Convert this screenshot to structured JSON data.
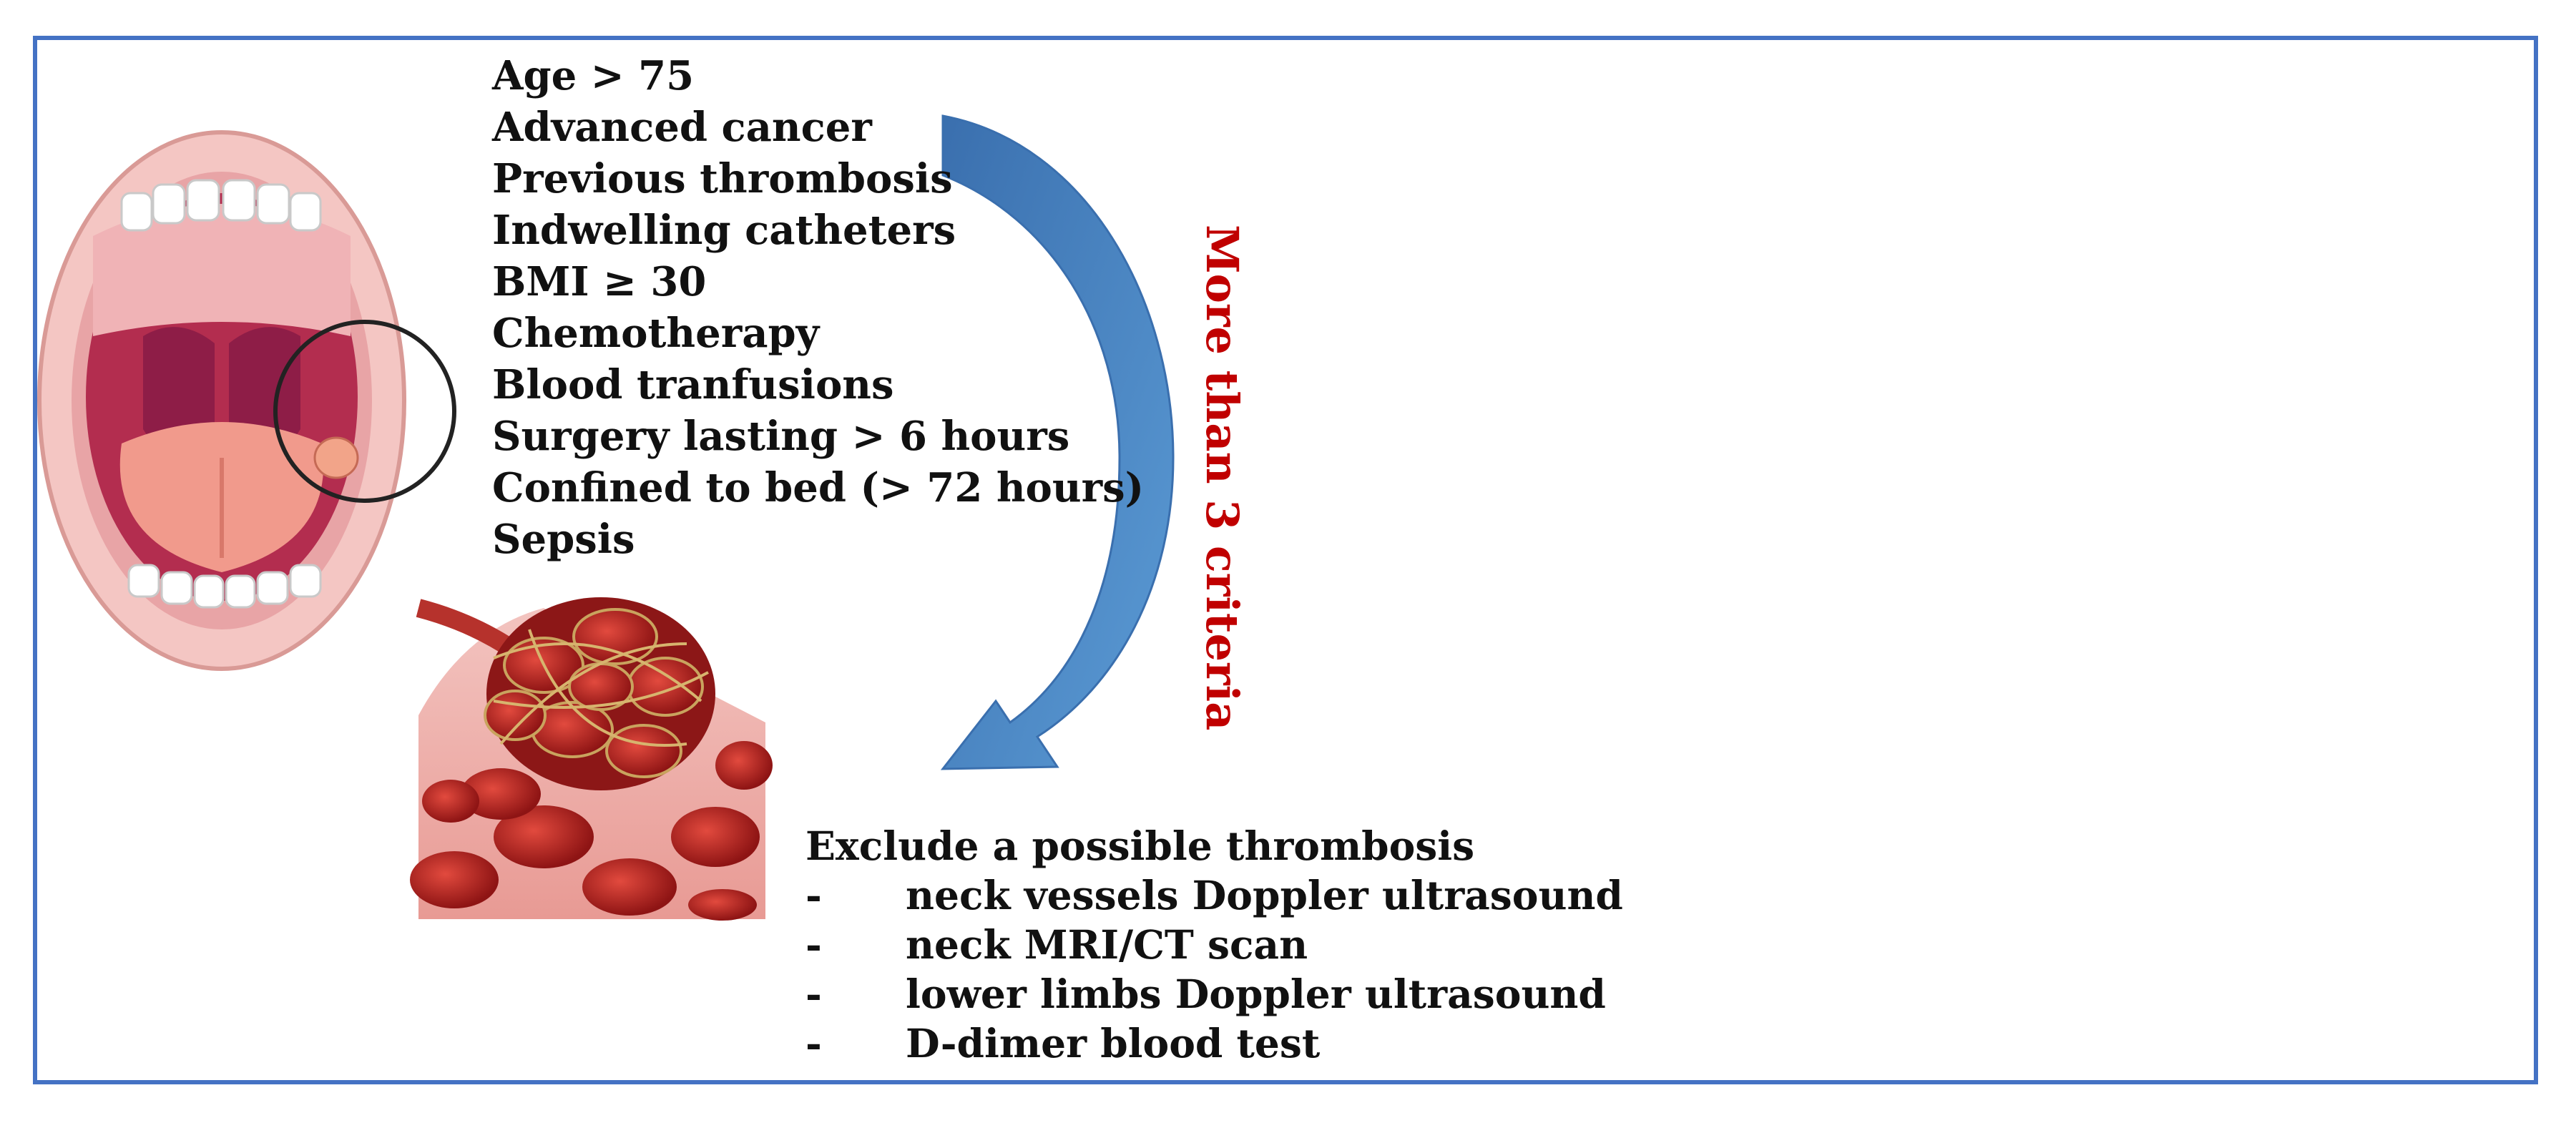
{
  "risk_factors": [
    "Age > 75",
    "Advanced cancer",
    "Previous thrombosis",
    "Indwelling catheters",
    "BMI ≥ 30",
    "Chemotherapy",
    "Blood tranfusions",
    "Surgery lasting > 6 hours",
    "Confined to bed (> 72 hours)",
    "Sepsis"
  ],
  "arrow_label": "More than 3 criteria",
  "exclude": {
    "title": "Exclude a possible thrombosis",
    "items": [
      {
        "dash": "-",
        "text": "neck vessels Doppler ultrasound"
      },
      {
        "dash": "-",
        "text": "neck MRI/CT scan"
      },
      {
        "dash": "-",
        "text": "lower limbs Doppler ultrasound"
      },
      {
        "dash": "-",
        "text": "D-dimer blood test"
      }
    ]
  },
  "colors": {
    "frame": "#4472c4",
    "arrow": "#4a86c5",
    "label": "#c00000",
    "blood": "#c0392b"
  }
}
